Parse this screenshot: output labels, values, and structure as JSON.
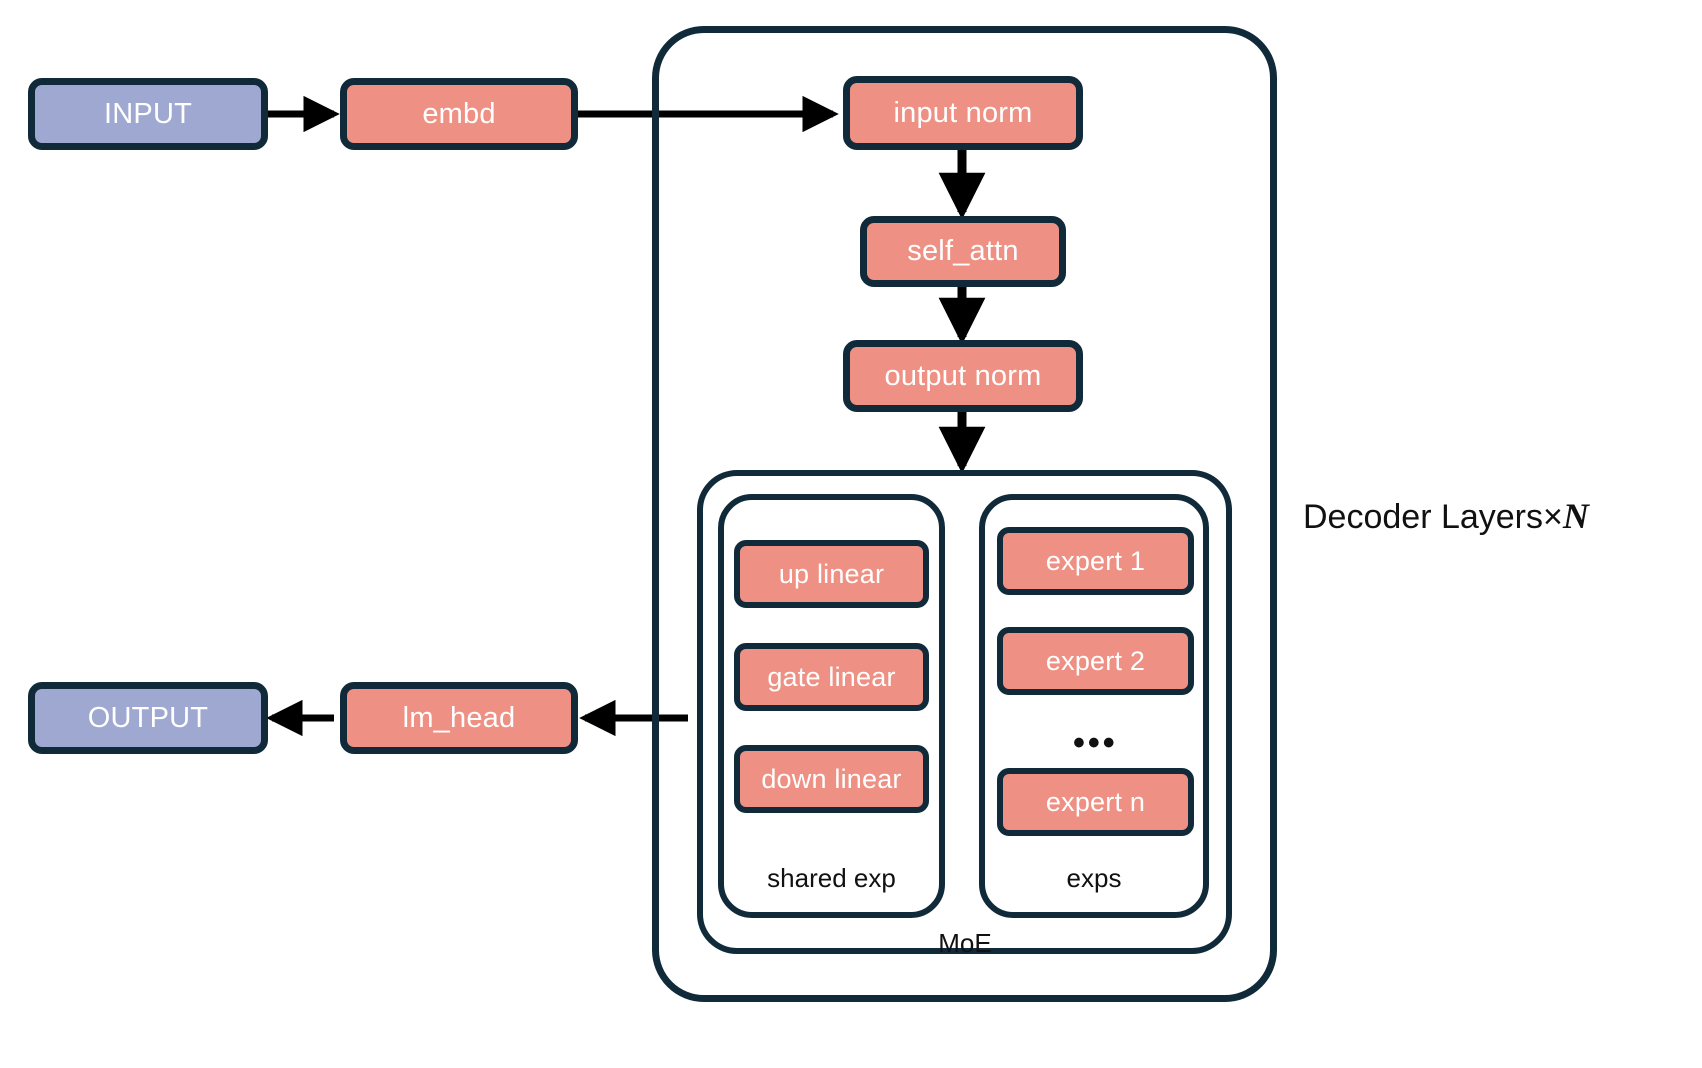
{
  "diagram": {
    "title_label": "Decoder Layers×N",
    "title_text": "Decoder Layers×",
    "title_var": "N",
    "colors": {
      "io_fill": "#9EA8D1",
      "op_fill": "#EE9083",
      "stroke": "#102A3A",
      "background": "#FFFFFF",
      "label_text": "#111111",
      "node_text": "#FFFFFF"
    },
    "nodes": {
      "input": "INPUT",
      "embd": "embd",
      "input_norm": "input norm",
      "self_attn": "self_attn",
      "output_norm": "output norm",
      "lm_head": "lm_head",
      "output": "OUTPUT"
    },
    "moe": {
      "label": "MoE",
      "shared_expert": {
        "label": "shared exp",
        "layers": [
          "up linear",
          "gate linear",
          "down linear"
        ]
      },
      "experts": {
        "label": "exps",
        "items": [
          "expert 1",
          "expert 2",
          "expert n"
        ],
        "ellipsis": "•••"
      }
    },
    "edges": [
      "INPUT → embd",
      "embd → input norm",
      "input norm → self_attn",
      "self_attn → output norm",
      "output norm → MoE",
      "decoder → lm_head",
      "lm_head → OUTPUT"
    ]
  }
}
